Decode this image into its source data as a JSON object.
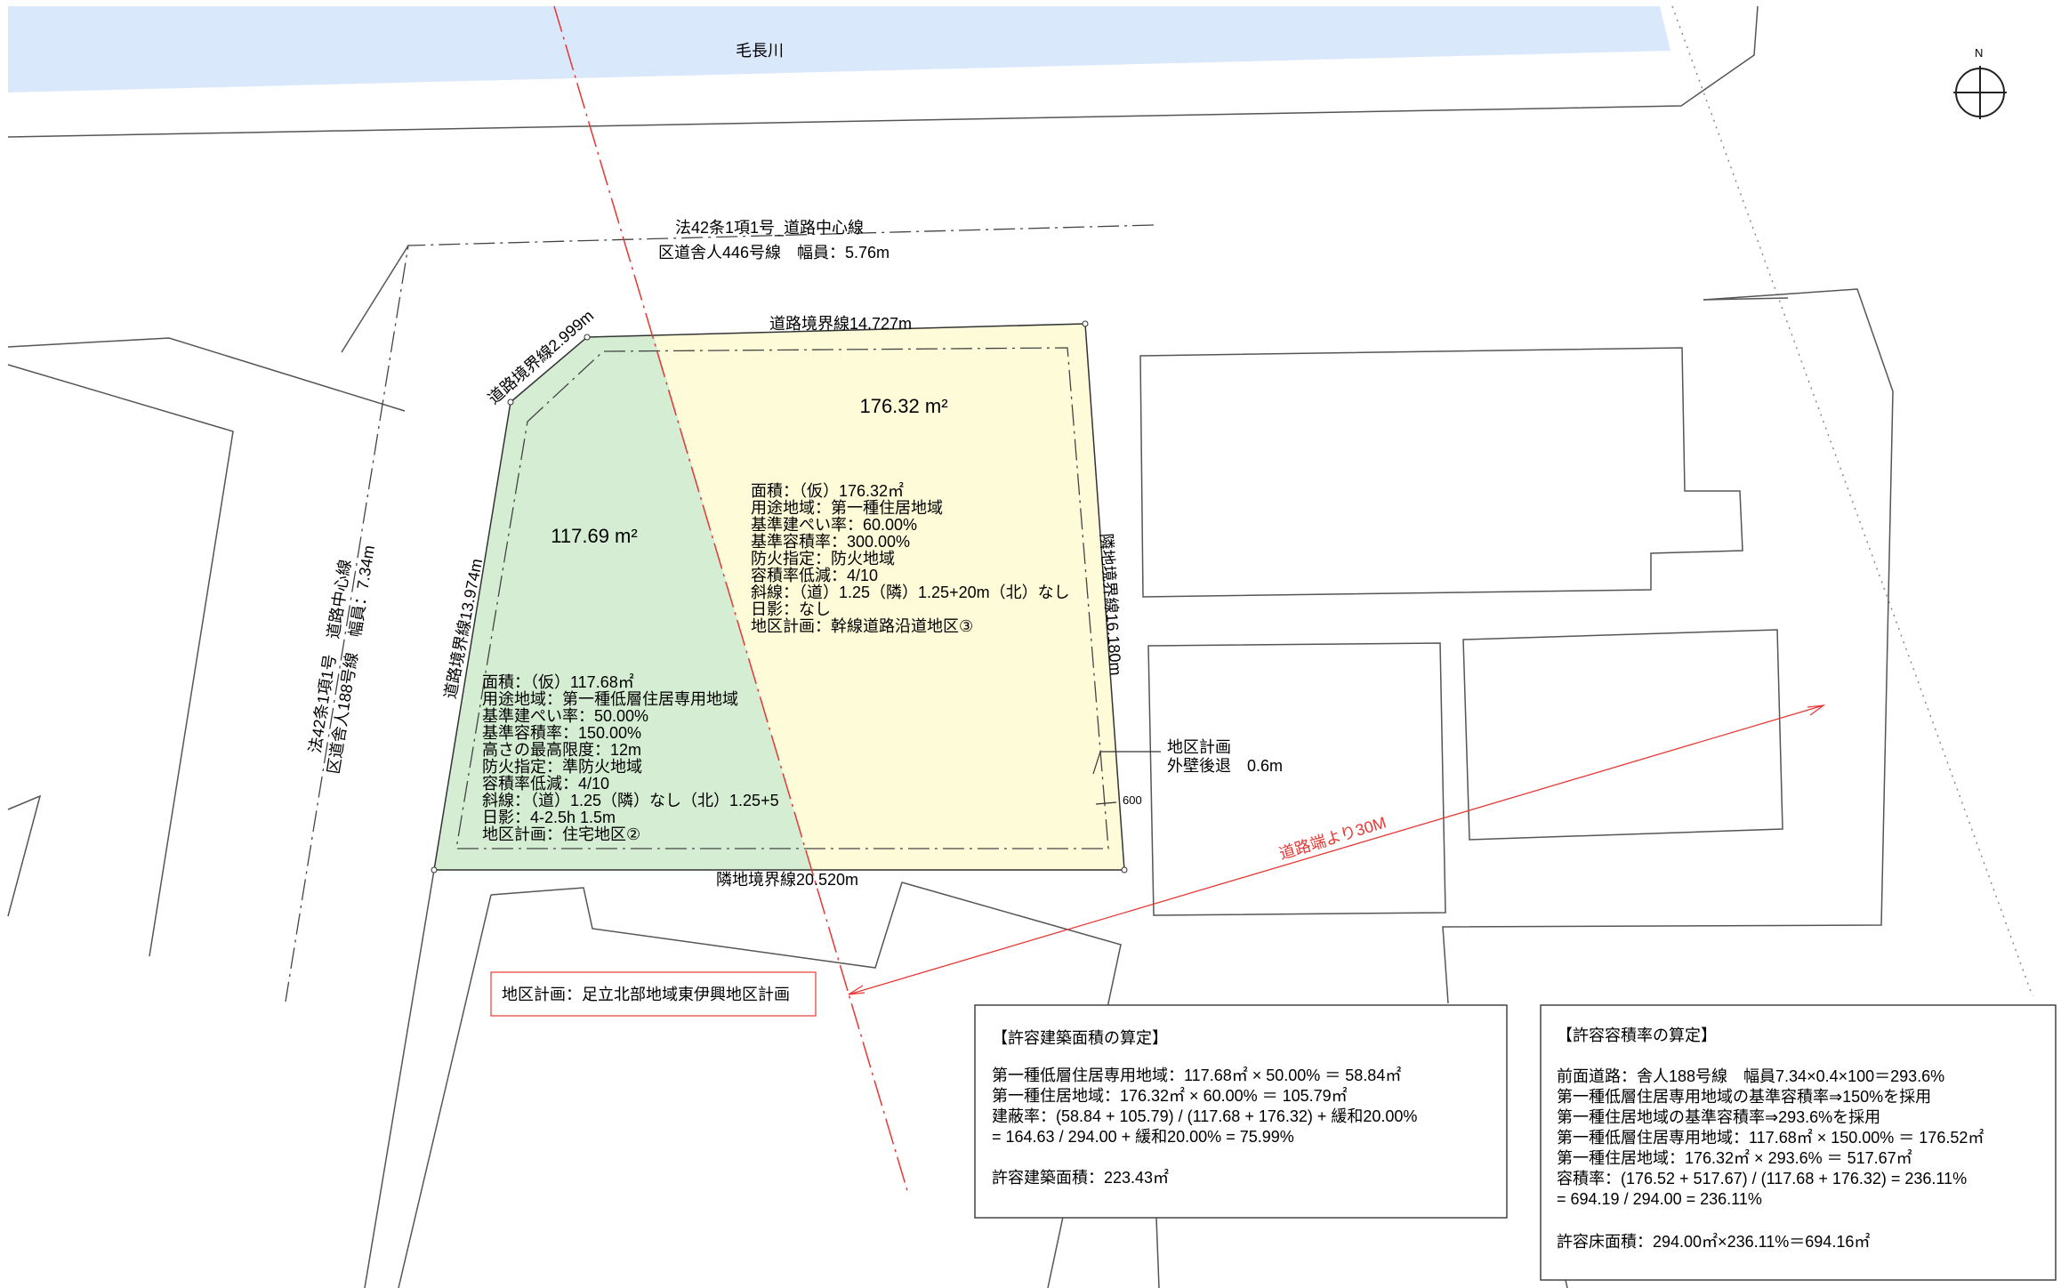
{
  "colors": {
    "river": "#dae8fc",
    "zone_west": "#d5eed3",
    "zone_east": "#fefbd8",
    "red": "#e53935"
  },
  "river": {
    "name": "毛長川"
  },
  "compass": {
    "label": "N"
  },
  "roads": {
    "north_center_label": "法42条1項1号_道路中心線",
    "north_road": "区道舎人446号線　幅員：5.76m",
    "west_center_label": "法42条1項1号　道路中心線",
    "west_road": "区道舎人188号線　幅員：7.34m"
  },
  "boundaries": {
    "north": "道路境界線14.727m",
    "corner": "道路境界線2.999m",
    "west": "道路境界線13.974m",
    "east": "隣地境界線16.180m",
    "south": "隣地境界線20.520m"
  },
  "areas": {
    "east": "176.32 m²",
    "west": "117.69 m²"
  },
  "zone_east": {
    "lines": [
      "面積：（仮）176.32㎡",
      "用途地域：第一種住居地域",
      "基準建ぺい率：60.00%",
      "基準容積率：300.00%",
      "防火指定：防火地域",
      "容積率低減：4/10",
      "斜線：（道）1.25（隣）1.25+20m（北）なし",
      "日影：なし",
      "地区計画：幹線道路沿道地区③"
    ]
  },
  "zone_west": {
    "lines": [
      "面積：（仮）117.68㎡",
      "用途地域：第一種低層住居専用地域",
      "基準建ぺい率：50.00%",
      "基準容積率：150.00%",
      "高さの最高限度：12m",
      "防火指定：準防火地域",
      "容積率低減：4/10",
      "斜線：（道）1.25（隣）なし（北）1.25+5",
      "日影：4-2.5h 1.5m",
      "地区計画：住宅地区②"
    ]
  },
  "setback": {
    "line1": "地区計画",
    "line2": "外壁後退　0.6m",
    "dim": "600"
  },
  "district_plan": "地区計画：足立北部地域東伊興地区計画",
  "road_30m": "道路端より30M",
  "coverage_box": {
    "title": "【許容建築面積の算定】",
    "lines": [
      "第一種低層住居専用地域：117.68㎡ × 50.00% ＝ 58.84㎡",
      "第一種住居地域：176.32㎡ × 60.00% ＝ 105.79㎡",
      "建蔽率：(58.84 + 105.79) / (117.68 + 176.32) + 緩和20.00%",
      " = 164.63 / 294.00 + 緩和20.00% = 75.99%"
    ],
    "result": "許容建築面積：223.43㎡"
  },
  "far_box": {
    "title": "【許容容積率の算定】",
    "lines": [
      "前面道路：舎人188号線　幅員7.34×0.4×100＝293.6%",
      "第一種低層住居専用地域の基準容積率⇒150%を採用",
      "第一種住居地域の基準容積率⇒293.6%を採用",
      "第一種低層住居専用地域：117.68㎡ × 150.00% ＝ 176.52㎡",
      "第一種住居地域：176.32㎡ × 293.6% ＝ 517.67㎡",
      "容積率：(176.52 + 517.67) / (117.68 + 176.32) = 236.11%",
      " = 694.19 / 294.00 = 236.11%"
    ],
    "result": "許容床面積：294.00㎡×236.11%＝694.16㎡"
  }
}
